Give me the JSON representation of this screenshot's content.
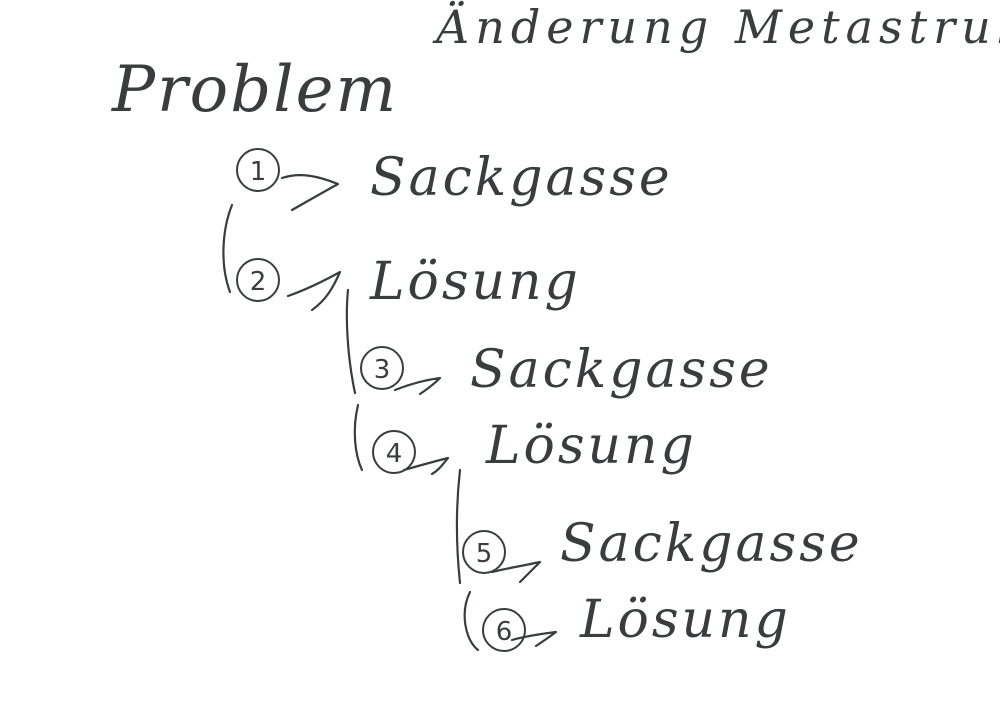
{
  "heading": "Änderung Metastruktur",
  "root": "Problem",
  "steps": [
    {
      "number": "1",
      "label": "Sackgasse"
    },
    {
      "number": "2",
      "label": "Lösung"
    },
    {
      "number": "3",
      "label": "Sackgasse"
    },
    {
      "number": "4",
      "label": "Lösung"
    },
    {
      "number": "5",
      "label": "Sackgasse"
    },
    {
      "number": "6",
      "label": "Lösung"
    }
  ],
  "ink_color": "#3a3d3d"
}
